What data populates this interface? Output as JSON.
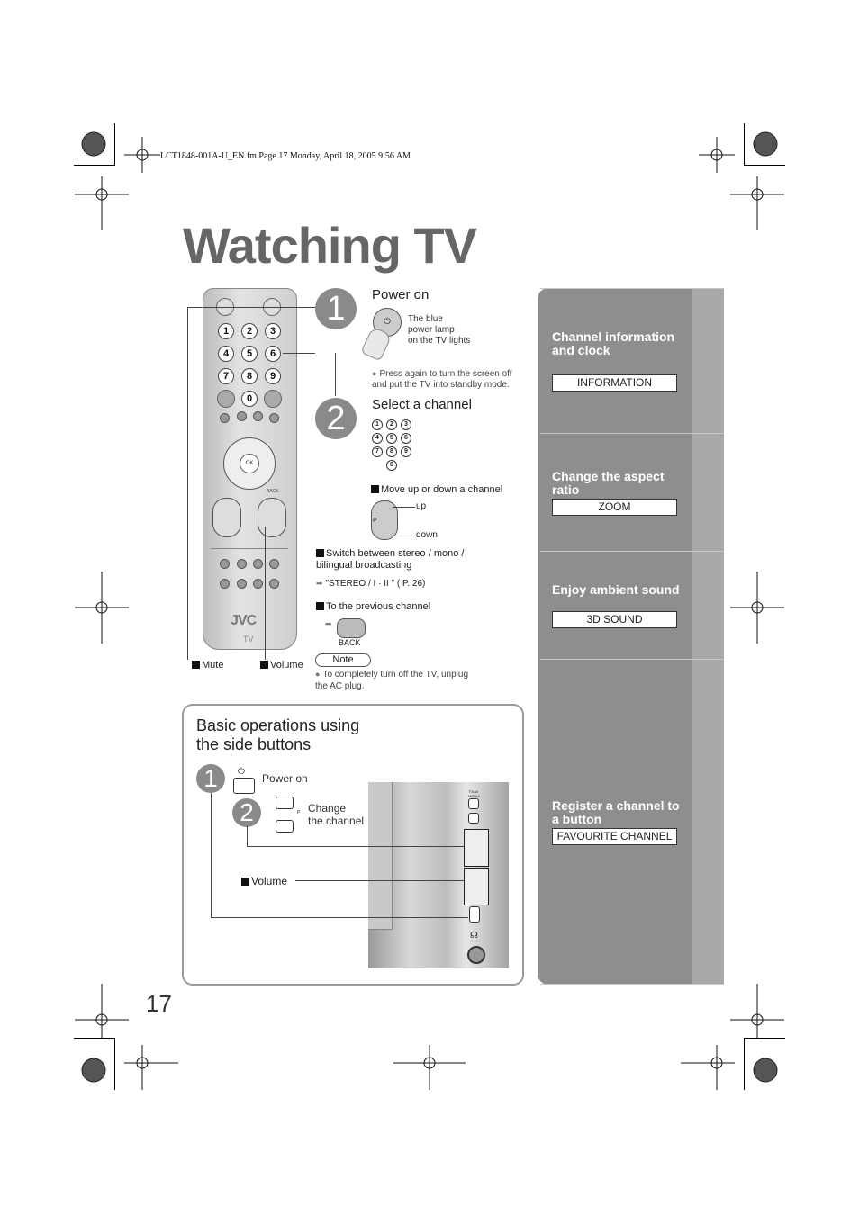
{
  "header": "LCT1848-001A-U_EN.fm  Page 17  Monday, April 18, 2005  9:56 AM",
  "title": "Watching TV",
  "page_number": "17",
  "remote": {
    "brand": "JVC",
    "label": "TV",
    "back_label": "BACK",
    "ok_label": "OK",
    "keys": [
      "1",
      "2",
      "3",
      "4",
      "5",
      "6",
      "7",
      "8",
      "9",
      "0"
    ]
  },
  "step1": {
    "number": "1",
    "heading": "Power on",
    "lamp_note": "The blue\npower lamp\non the TV lights",
    "press_note": "Press again to turn the screen off\nand put the TV into standby mode."
  },
  "step2": {
    "number": "2",
    "heading": "Select a channel",
    "keys": [
      "1",
      "2",
      "3",
      "4",
      "5",
      "6",
      "7",
      "8",
      "9",
      "0"
    ],
    "move_label": "Move up or down a channel",
    "up_label": "up",
    "down_label": "down",
    "p_label": "P",
    "stereo_label": "Switch between stereo / mono /\nbilingual broadcasting",
    "stereo_ref": "\"STEREO / I · II \" ( P. 26)",
    "previous_label": "To the previous channel",
    "back_label": "BACK"
  },
  "labels": {
    "mute": "Mute",
    "volume": "Volume",
    "note": "Note",
    "note_text": "To completely turn off the TV, unplug\nthe AC plug."
  },
  "basic": {
    "title": "Basic operations using\nthe side buttons",
    "step1_number": "1",
    "step2_number": "2",
    "power_on": "Power on",
    "change_channel": "Change\nthe channel",
    "volume": "Volume",
    "p_label": "P",
    "photo_label": "TV/AV\nMENU/\nOK"
  },
  "side_panel": [
    {
      "title": "Channel information and clock",
      "button": "INFORMATION"
    },
    {
      "title": "Change the aspect ratio",
      "button": "ZOOM"
    },
    {
      "title": "Enjoy ambient sound",
      "button": "3D SOUND"
    },
    {
      "title": "Register a channel to a button",
      "button": "FAVOURITE CHANNEL"
    }
  ],
  "colors": {
    "panel": "#8e8e8e",
    "title": "#666666",
    "step_circle": "#8a8a8a"
  }
}
